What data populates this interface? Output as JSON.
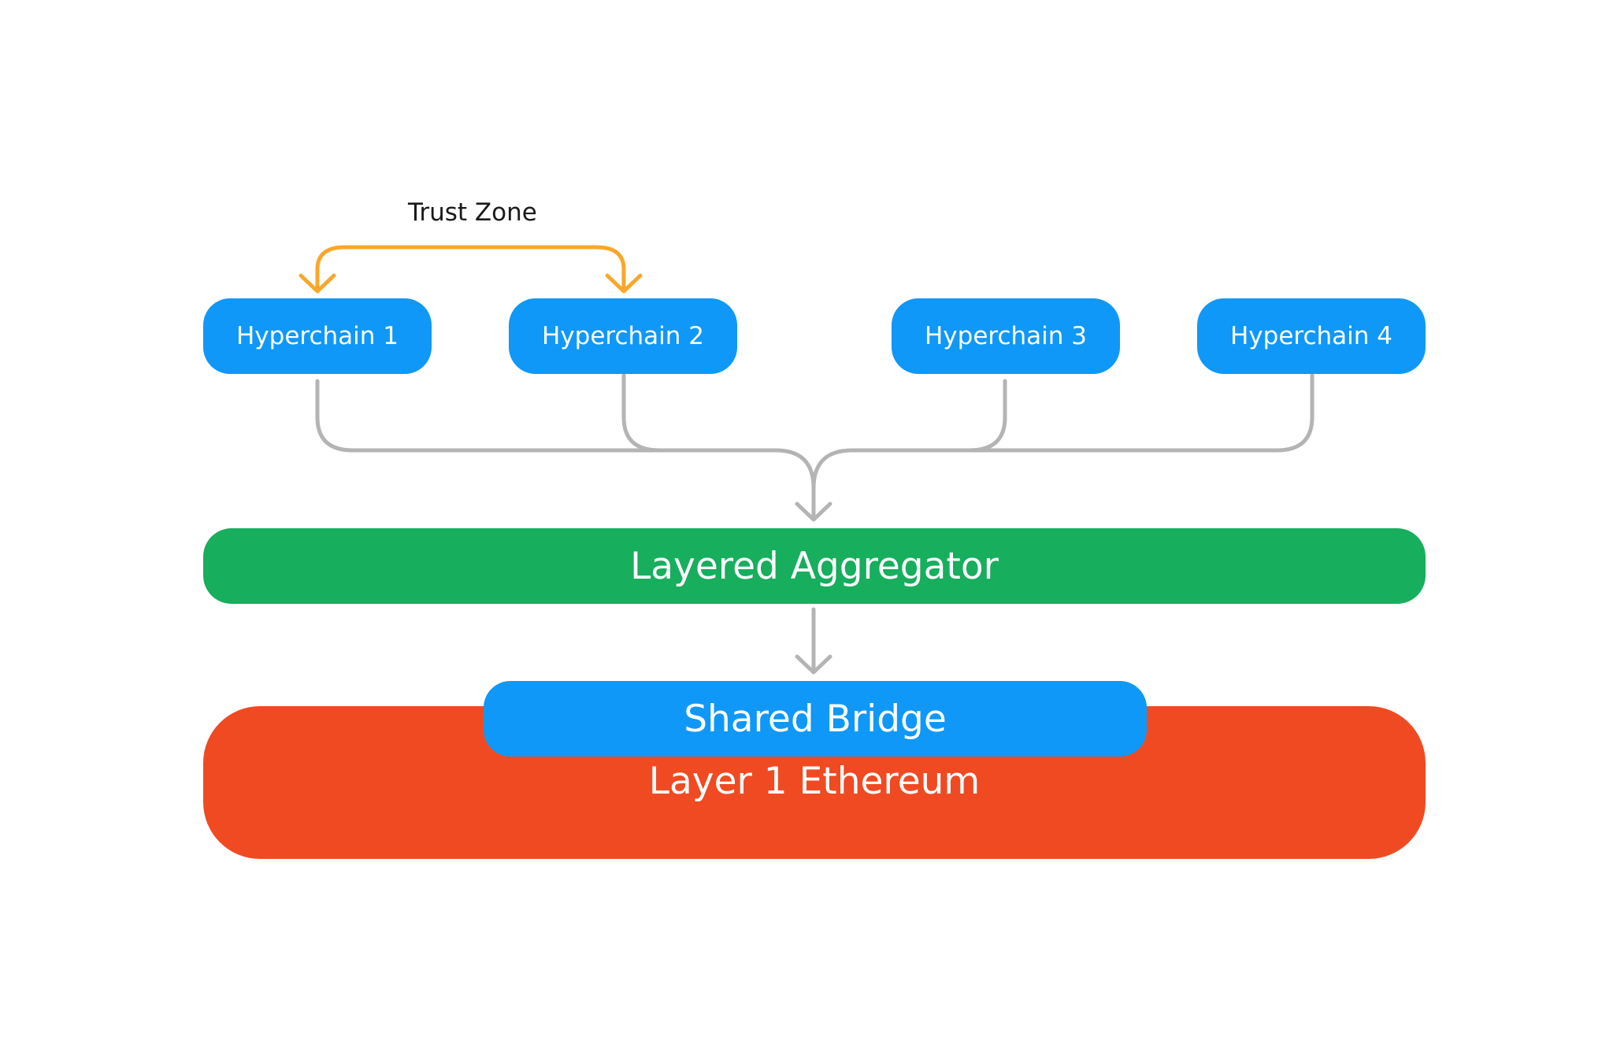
{
  "diagram": {
    "trust_zone": {
      "label": "Trust Zone",
      "color": "#f9a72a"
    },
    "hyperchains": [
      {
        "label": "Hyperchain 1"
      },
      {
        "label": "Hyperchain 2"
      },
      {
        "label": "Hyperchain 3"
      },
      {
        "label": "Hyperchain 4"
      }
    ],
    "aggregator": {
      "label": "Layered Aggregator"
    },
    "shared_bridge": {
      "label": "Shared Bridge"
    },
    "layer1": {
      "label": "Layer 1 Ethereum"
    },
    "colors": {
      "hyperchain": "#0f98f8",
      "aggregator": "#17ae5d",
      "layer1": "#f04a23",
      "shared_bridge": "#0f98f8",
      "connector": "#b4b4b4",
      "trust_arrow": "#f9a72a"
    }
  }
}
